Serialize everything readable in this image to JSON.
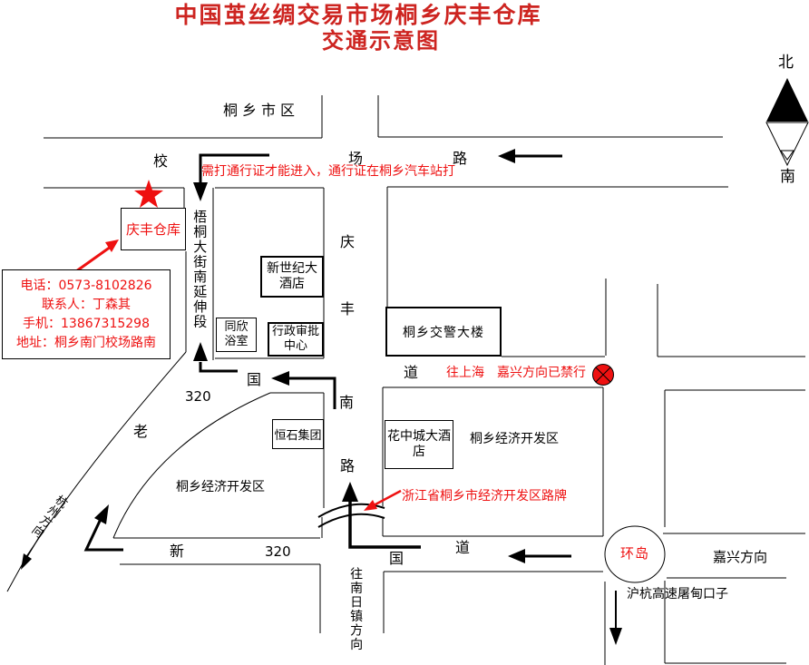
{
  "title": {
    "line1": "中国茧丝绸交易市场桐乡庆丰仓库",
    "line2": "交通示意图"
  },
  "compass": {
    "north": "北",
    "south": "南"
  },
  "warehouse": {
    "label": "庆丰仓库"
  },
  "contact": {
    "line1": "电话：0573-8102826",
    "line2": "联系人：丁森其",
    "line3": "手机：13867315298",
    "line4": "地址：桐乡南门校场路南"
  },
  "notes": {
    "permit": "需打通行证才能进入，通行证在桐乡汽车站打",
    "banned": "往上海　嘉兴方向已禁行",
    "sign_pointer": "浙江省桐乡市经济开发区路牌"
  },
  "places": {
    "city": "桐乡市区",
    "new_century_hotel": [
      "新世纪大",
      "酒店"
    ],
    "tongxin_bath": [
      "同欣",
      "浴室"
    ],
    "admin_center": [
      "行政审批",
      "中心"
    ],
    "police_building": "桐乡交警大楼",
    "hengshi_group": "恒石集团",
    "huazhongcheng_hotel": [
      "花中城大酒",
      "店"
    ],
    "devzone_left": "桐乡经济开发区",
    "devzone_right": "桐乡经济开发区",
    "roundabout": "环岛",
    "jiaxing_direction": "嘉兴方向",
    "hangzhou_direction": "杭州方向",
    "nanri_direction": "往南日镇方向",
    "expressway": [
      "沪杭",
      "高速",
      "屠甸",
      "口子"
    ]
  },
  "roads": {
    "xiaochang": [
      "校",
      "场",
      "路"
    ],
    "wutong_street": "梧桐大街南延伸段",
    "qingfeng_south": [
      "庆",
      "丰",
      "南",
      "路"
    ],
    "old320": [
      "老",
      "320",
      "国",
      "道"
    ],
    "new320": [
      "新",
      "320",
      "国",
      "道"
    ]
  },
  "colors": {
    "accent_red": "#ee1111",
    "title_red": "#cd2420"
  }
}
